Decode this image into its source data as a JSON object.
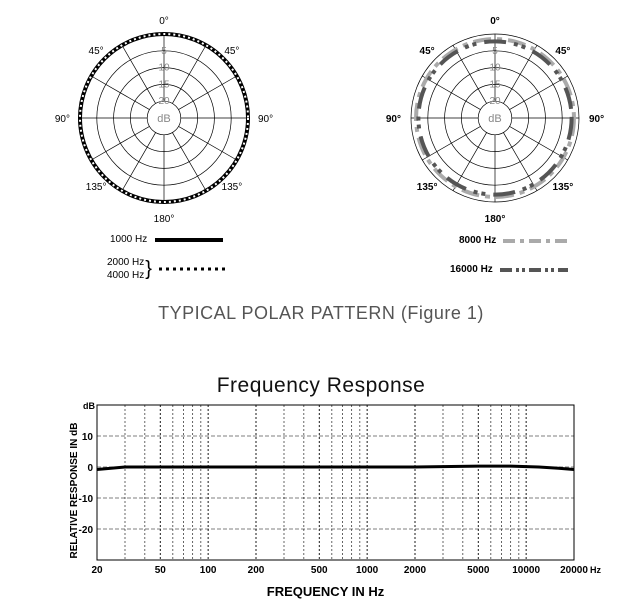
{
  "chart_data": [
    {
      "type": "polar",
      "angle_labels": [
        "0°",
        "45°",
        "90°",
        "135°",
        "180°",
        "135°",
        "90°",
        "45°"
      ],
      "ring_labels": [
        "5",
        "10",
        "15",
        "20"
      ],
      "center_label": "dB",
      "rlim": [
        -25,
        0
      ],
      "series": [
        {
          "name": "1000 Hz",
          "style": "solid",
          "color": "#000000",
          "r": 0
        },
        {
          "name": "2000 Hz / 4000 Hz",
          "style": "dotted",
          "color": "#000000",
          "r": 0
        }
      ],
      "legend": [
        {
          "label": "1000 Hz",
          "style": "solid"
        },
        {
          "label_lines": [
            "2000 Hz",
            "4000 Hz"
          ],
          "style": "dotted"
        }
      ]
    },
    {
      "type": "polar",
      "angle_labels": [
        "0°",
        "45°",
        "90°",
        "135°",
        "180°",
        "135°",
        "90°",
        "45°"
      ],
      "ring_labels": [
        "5",
        "10",
        "15",
        "20"
      ],
      "center_label": "dB",
      "rlim": [
        -25,
        0
      ],
      "series": [
        {
          "name": "8000 Hz",
          "style": "dash-dot",
          "color": "#aaaaaa",
          "r": -1.5
        },
        {
          "name": "16000 Hz",
          "style": "dash-dot-dot",
          "color": "#555555",
          "r": -2.2
        }
      ],
      "legend": [
        {
          "label": "8000 Hz",
          "style": "dash-dot"
        },
        {
          "label": "16000 Hz",
          "style": "dash-dot-dot"
        }
      ]
    },
    {
      "type": "line",
      "title": "Frequency Response",
      "xlabel": "FREQUENCY IN Hz",
      "ylabel": "RELATIVE RESPONSE IN dB",
      "xscale": "log",
      "xlim": [
        20,
        20000
      ],
      "ylim": [
        -30,
        20
      ],
      "x_ticks": [
        "20",
        "50",
        "100",
        "200",
        "500",
        "1000",
        "2000",
        "5000",
        "10000",
        "20000"
      ],
      "x_unit": "Hz",
      "y_ticks": [
        "10",
        "0",
        "-10",
        "-20"
      ],
      "y_unit": "dB",
      "grid": true,
      "series": [
        {
          "x": [
            20,
            30,
            50,
            100,
            200,
            500,
            1000,
            2000,
            5000,
            8000,
            12000,
            16000,
            20000
          ],
          "y": [
            -0.8,
            0,
            0,
            0,
            0,
            0,
            0,
            0,
            0.3,
            0.3,
            0,
            -0.4,
            -0.8
          ]
        }
      ]
    }
  ],
  "figure_caption": "TYPICAL POLAR PATTERN (Figure 1)"
}
